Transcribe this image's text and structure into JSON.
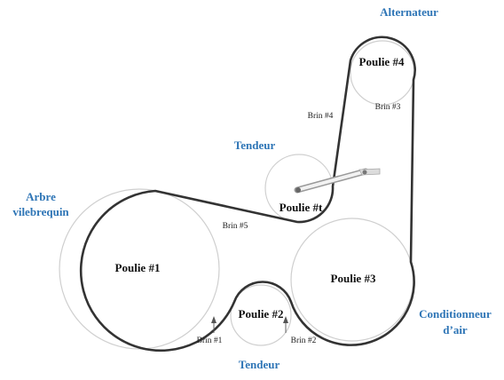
{
  "colors": {
    "accent_label": "#2E75B6",
    "belt": "#333333",
    "pulley_outline": "#cfcfcf"
  },
  "components": {
    "alternateur": "Alternateur",
    "tendeur_haut": "Tendeur",
    "arbre_line1": "Arbre",
    "arbre_line2": "vilebrequin",
    "tendeur_bas": "Tendeur",
    "conditionneur_line1": "Conditionneur",
    "conditionneur_line2": "d’air"
  },
  "pulleys": {
    "p1": "Poulie #1",
    "p2": "Poulie #2",
    "p3": "Poulie #3",
    "p4": "Poulie #4",
    "pt": "Poulie #t"
  },
  "spans": {
    "brin1": "Brin #1",
    "brin2": "Brin #2",
    "brin3": "Brin #3",
    "brin4": "Brin #4",
    "brin5": "Brin #5"
  }
}
